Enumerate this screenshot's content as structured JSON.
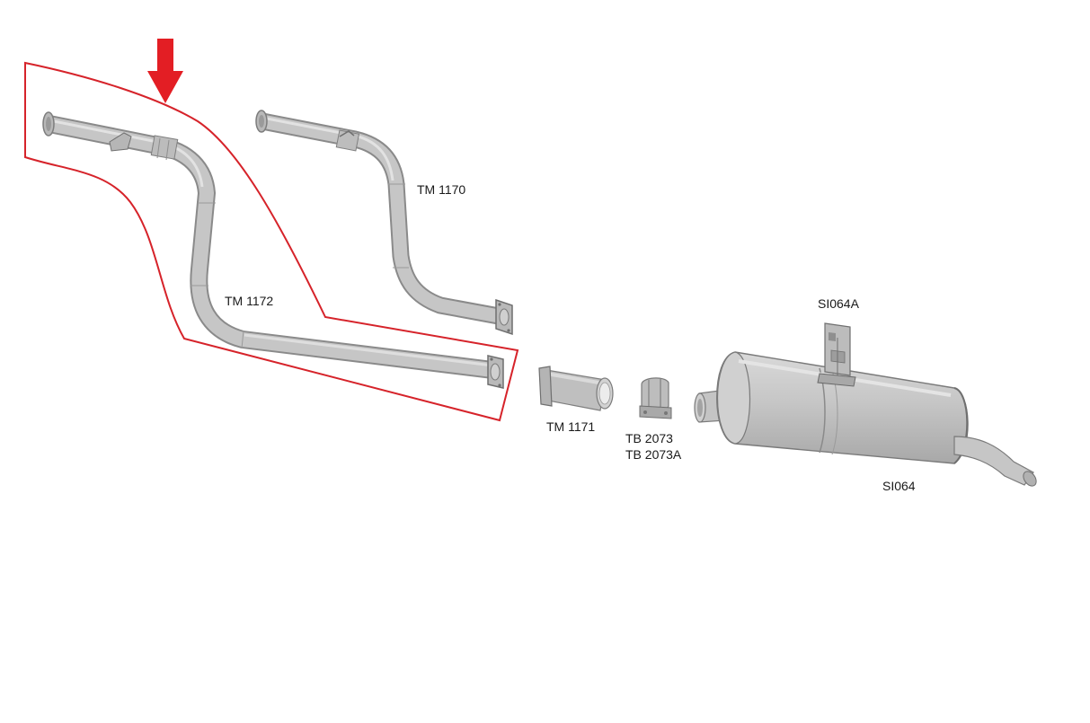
{
  "parts": {
    "tm1170": "TM 1170",
    "tm1172": "TM 1172",
    "tm1171": "TM 1171",
    "tb2073": "TB 2073",
    "tb2073a": "TB 2073A",
    "si064a": "SI064A",
    "si064": "SI064"
  },
  "highlight": {
    "selected_part": "TM 1172",
    "outline_color": "#d6232a",
    "arrow_color": "#e31e24",
    "arrow_direction": "down"
  },
  "colors": {
    "pipe_fill": "#c4c4c4",
    "pipe_edge": "#8a8a8a",
    "muffler_fill": "#c2c2c2",
    "text": "#1a1a1a"
  }
}
